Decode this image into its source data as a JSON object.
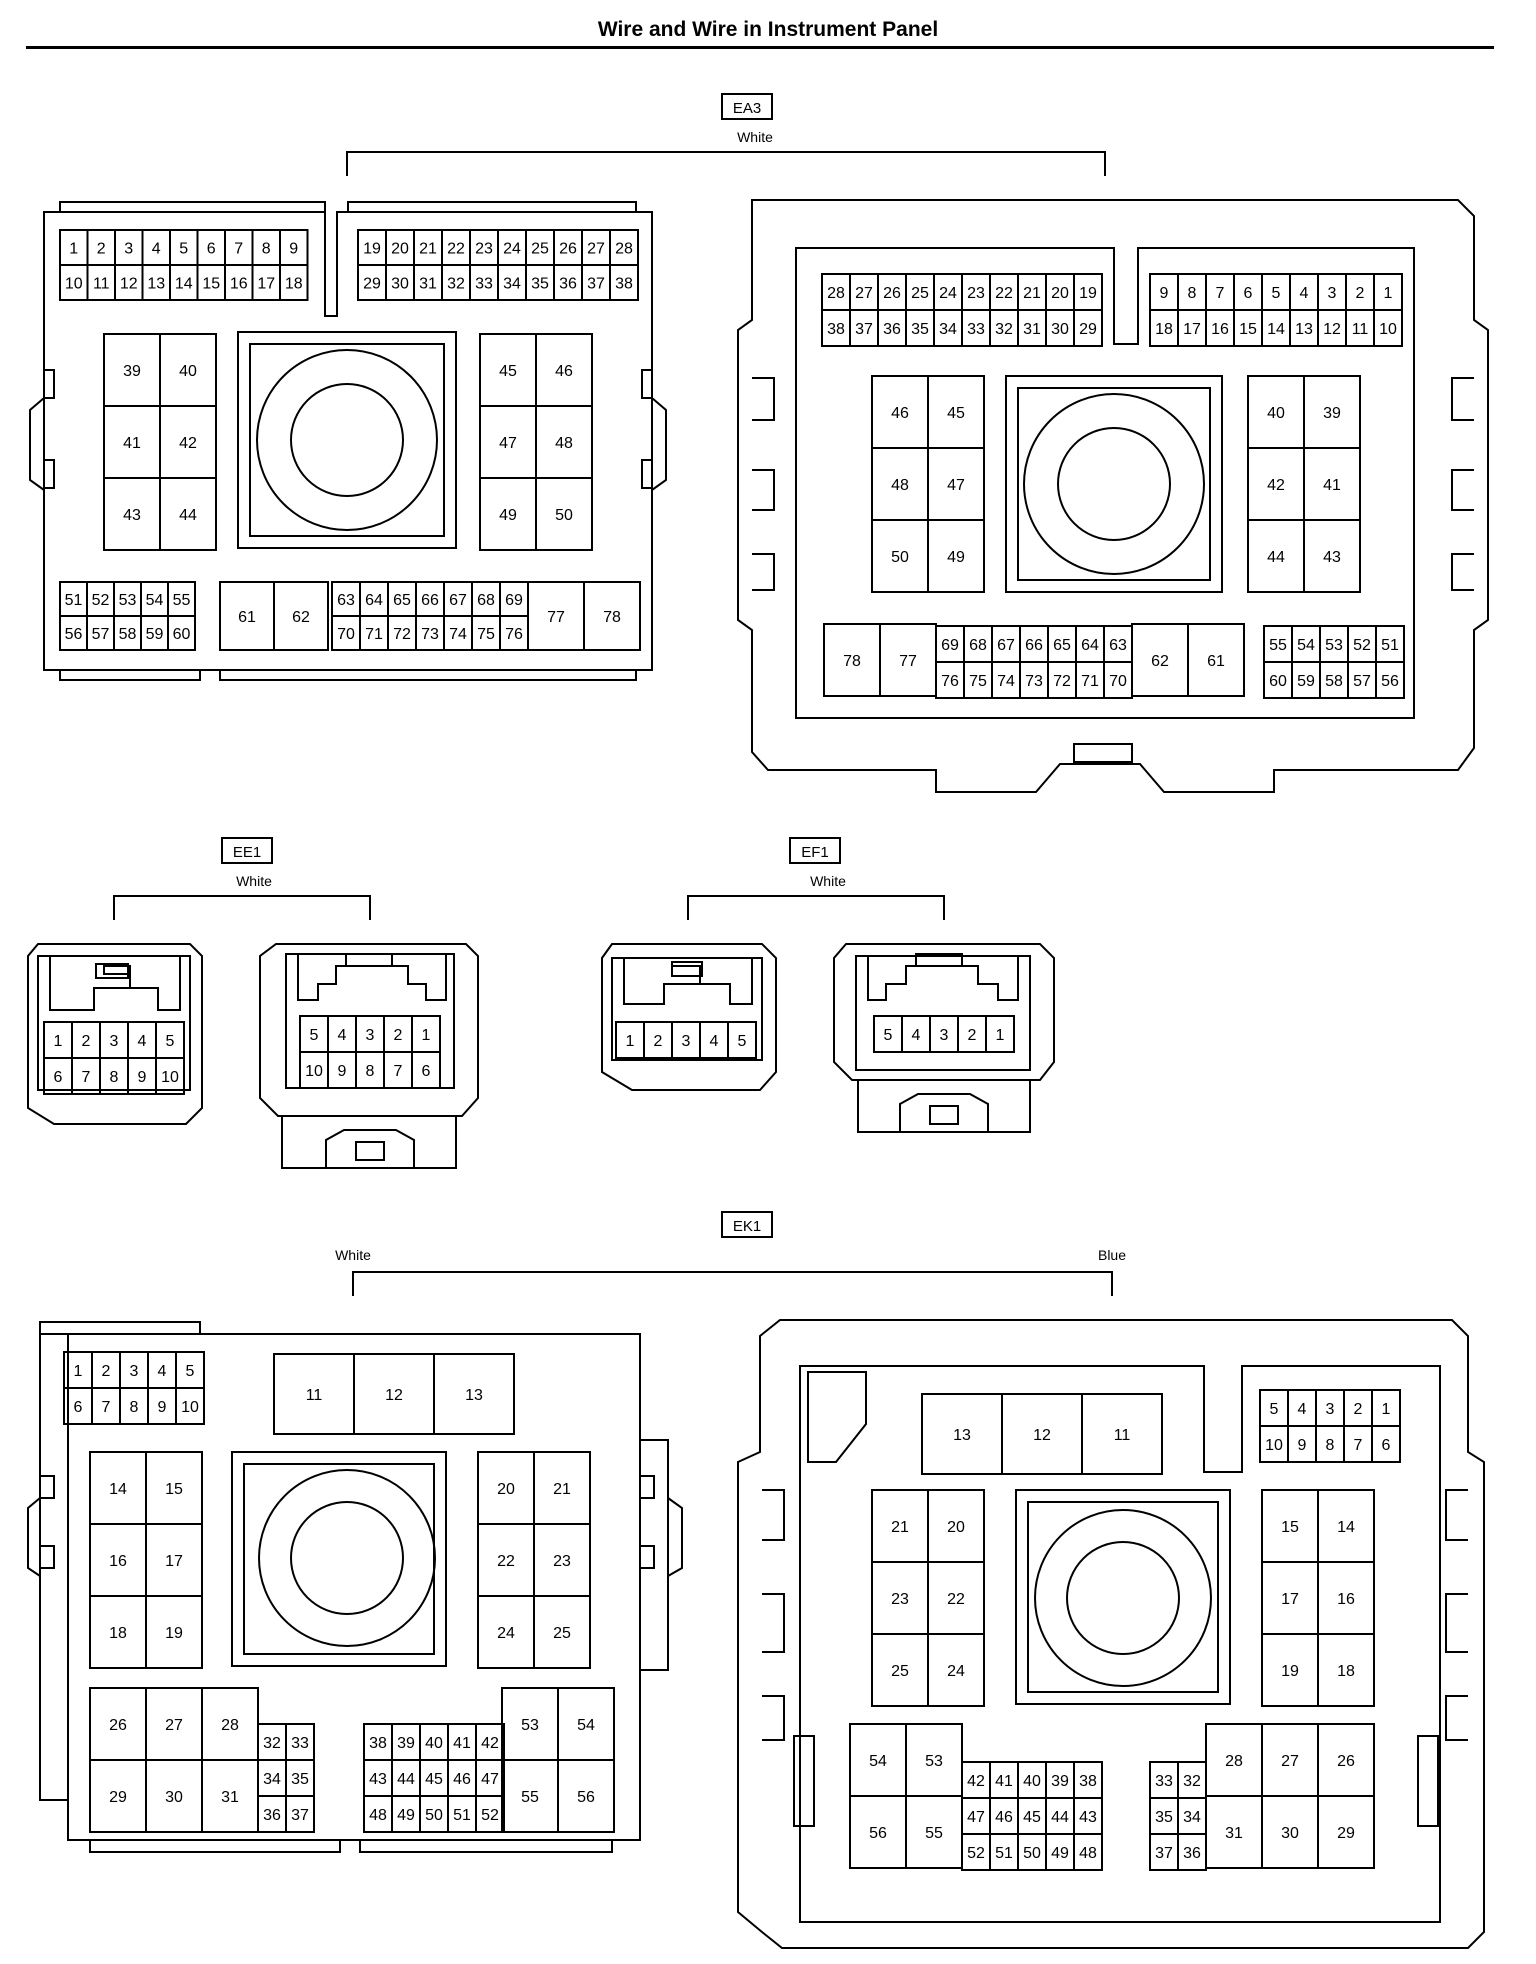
{
  "page": {
    "title": "Wire and Wire in Instrument Panel"
  },
  "connectors": [
    {
      "code": "EA3",
      "colors": [
        "White"
      ]
    },
    {
      "code": "EE1",
      "colors": [
        "White"
      ]
    },
    {
      "code": "EF1",
      "colors": [
        "White"
      ]
    },
    {
      "code": "EK1",
      "colors": [
        "White",
        "Blue"
      ]
    }
  ],
  "pins": {
    "ea3_left": {
      "top_left": [
        [
          1,
          2,
          3,
          4,
          5,
          6,
          7,
          8,
          9
        ],
        [
          10,
          11,
          12,
          13,
          14,
          15,
          16,
          17,
          18
        ]
      ],
      "top_right": [
        [
          19,
          20,
          21,
          22,
          23,
          24,
          25,
          26,
          27,
          28
        ],
        [
          29,
          30,
          31,
          32,
          33,
          34,
          35,
          36,
          37,
          38
        ]
      ],
      "mid_left": [
        [
          39,
          40
        ],
        [
          41,
          42
        ],
        [
          43,
          44
        ]
      ],
      "mid_right": [
        [
          45,
          46
        ],
        [
          47,
          48
        ],
        [
          49,
          50
        ]
      ],
      "bottom_left": [
        [
          51,
          52,
          53,
          54,
          55
        ],
        [
          56,
          57,
          58,
          59,
          60
        ]
      ],
      "bottom_big_left": [
        61,
        62
      ],
      "bottom_small": [
        [
          63,
          64,
          65,
          66,
          67,
          68,
          69
        ],
        [
          70,
          71,
          72,
          73,
          74,
          75,
          76
        ]
      ],
      "bottom_big_right": [
        77,
        78
      ]
    },
    "ea3_right": {
      "top_left": [
        [
          28,
          27,
          26,
          25,
          24,
          23,
          22,
          21,
          20,
          19
        ],
        [
          38,
          37,
          36,
          35,
          34,
          33,
          32,
          31,
          30,
          29
        ]
      ],
      "top_right": [
        [
          9,
          8,
          7,
          6,
          5,
          4,
          3,
          2,
          1
        ],
        [
          18,
          17,
          16,
          15,
          14,
          13,
          12,
          11,
          10
        ]
      ],
      "mid_left": [
        [
          46,
          45
        ],
        [
          48,
          47
        ],
        [
          50,
          49
        ]
      ],
      "mid_right": [
        [
          40,
          39
        ],
        [
          42,
          41
        ],
        [
          44,
          43
        ]
      ],
      "bottom_big_left": [
        78,
        77
      ],
      "bottom_small": [
        [
          69,
          68,
          67,
          66,
          65,
          64,
          63
        ],
        [
          76,
          75,
          74,
          73,
          72,
          71,
          70
        ]
      ],
      "bottom_big_right": [
        62,
        61
      ],
      "bottom_right": [
        [
          55,
          54,
          53,
          52,
          51
        ],
        [
          60,
          59,
          58,
          57,
          56
        ]
      ]
    },
    "ee1_left": [
      [
        1,
        2,
        3,
        4,
        5
      ],
      [
        6,
        7,
        8,
        9,
        10
      ]
    ],
    "ee1_right": [
      [
        5,
        4,
        3,
        2,
        1
      ],
      [
        10,
        9,
        8,
        7,
        6
      ]
    ],
    "ef1_left": [
      [
        1,
        2,
        3,
        4,
        5
      ]
    ],
    "ef1_right": [
      [
        5,
        4,
        3,
        2,
        1
      ]
    ],
    "ek1_left": {
      "top_small": [
        [
          1,
          2,
          3,
          4,
          5
        ],
        [
          6,
          7,
          8,
          9,
          10
        ]
      ],
      "top_big": [
        11,
        12,
        13
      ],
      "mid_left": [
        [
          14,
          15
        ],
        [
          16,
          17
        ],
        [
          18,
          19
        ]
      ],
      "mid_right": [
        [
          20,
          21
        ],
        [
          22,
          23
        ],
        [
          24,
          25
        ]
      ],
      "bottom_big_left": [
        [
          26,
          27,
          28
        ],
        [
          29,
          30,
          31
        ]
      ],
      "bottom_small_left": [
        [
          32,
          33
        ],
        [
          34,
          35
        ],
        [
          36,
          37
        ]
      ],
      "bottom_small_mid": [
        [
          38,
          39,
          40,
          41,
          42
        ],
        [
          43,
          44,
          45,
          46,
          47
        ],
        [
          48,
          49,
          50,
          51,
          52
        ]
      ],
      "bottom_big_right": [
        [
          53,
          54
        ],
        [
          55,
          56
        ]
      ]
    },
    "ek1_right": {
      "top_big": [
        13,
        12,
        11
      ],
      "top_small": [
        [
          5,
          4,
          3,
          2,
          1
        ],
        [
          10,
          9,
          8,
          7,
          6
        ]
      ],
      "mid_left": [
        [
          21,
          20
        ],
        [
          23,
          22
        ],
        [
          25,
          24
        ]
      ],
      "mid_right": [
        [
          15,
          14
        ],
        [
          17,
          16
        ],
        [
          19,
          18
        ]
      ],
      "bottom_big_left": [
        [
          54,
          53
        ],
        [
          56,
          55
        ]
      ],
      "bottom_small_mid": [
        [
          42,
          41,
          40,
          39,
          38
        ],
        [
          47,
          46,
          45,
          44,
          43
        ],
        [
          52,
          51,
          50,
          49,
          48
        ]
      ],
      "bottom_small_right": [
        [
          33,
          32
        ],
        [
          35,
          34
        ],
        [
          37,
          36
        ]
      ],
      "bottom_big_right": [
        [
          28,
          27,
          26
        ],
        [
          31,
          30,
          29
        ]
      ]
    }
  }
}
